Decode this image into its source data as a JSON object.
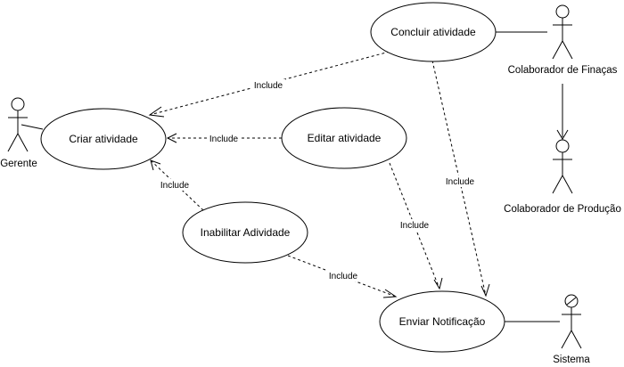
{
  "use_cases": {
    "concluir": "Concluir atividade",
    "criar": "Criar atividade",
    "editar": "Editar atividade",
    "inabilitar": "Inabilitar Adividade",
    "notificacao": "Enviar Notificação"
  },
  "actors": {
    "gerente": "Gerente",
    "financas": "Colaborador de Finaças",
    "producao": "Colaborador de Produção",
    "sistema": "Sistema"
  },
  "relations": {
    "concluir_criar": "Include",
    "editar_criar": "Include",
    "inabilitar_criar": "Include",
    "editar_notificacao": "Include",
    "concluir_notificacao": "Include",
    "inabilitar_notificacao": "Include"
  }
}
